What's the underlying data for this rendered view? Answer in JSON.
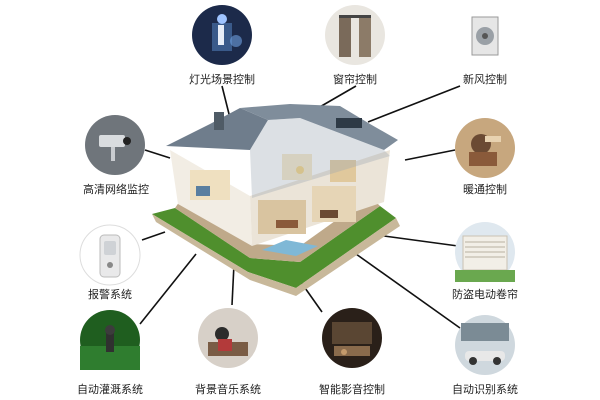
{
  "diagram": {
    "features": [
      {
        "id": "lighting",
        "label": "灯光场景控制",
        "icon": "lighting-scene-icon"
      },
      {
        "id": "curtain",
        "label": "窗帘控制",
        "icon": "curtain-control-icon"
      },
      {
        "id": "fresh-air",
        "label": "新风控制",
        "icon": "fresh-air-unit-icon"
      },
      {
        "id": "cctv",
        "label": "高清网络监控",
        "icon": "security-camera-icon"
      },
      {
        "id": "hvac",
        "label": "暖通控制",
        "icon": "hvac-icon"
      },
      {
        "id": "alarm",
        "label": "报警系统",
        "icon": "alarm-sensor-icon"
      },
      {
        "id": "shutter",
        "label": "防盗电动卷帘",
        "icon": "rolling-shutter-icon"
      },
      {
        "id": "irrigation",
        "label": "自动灌溉系统",
        "icon": "sprinkler-icon"
      },
      {
        "id": "music",
        "label": "背景音乐系统",
        "icon": "background-music-icon"
      },
      {
        "id": "av",
        "label": "智能影音控制",
        "icon": "home-theater-icon"
      },
      {
        "id": "recognition",
        "label": "自动识别系统",
        "icon": "car-recognition-icon"
      }
    ]
  }
}
